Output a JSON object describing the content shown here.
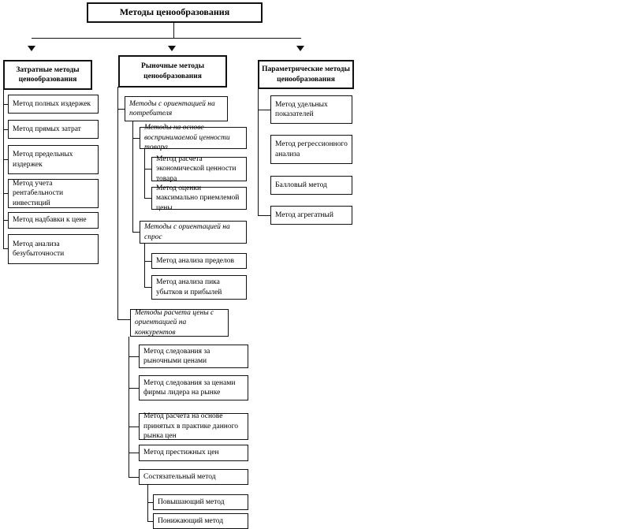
{
  "title": "Методы ценообразования",
  "colors": {
    "line": "#111111",
    "box_border": "#111111",
    "background": "#ffffff"
  },
  "cost": {
    "header": "Затратные методы ценообразования",
    "items": [
      "Метод полных издержек",
      "Метод прямых затрат",
      "Метод предельных издержек",
      "Метод учета рентабельности инвестиций",
      "Метод надбавки к цене",
      "Метод анализа безубыточности"
    ]
  },
  "market": {
    "header": "Рыночные методы ценообразования",
    "consumer_oriented": "Методы с ориентацией на потребителя",
    "perceived_value": "Методы на основе воспринимаемой ценности товара",
    "economic_value": "Метод расчета экономической ценности товара",
    "max_acceptable_price": "Метод оценки максимально приемлемой цены",
    "demand_oriented": "Методы с ориентацией на спрос",
    "limit_analysis": "Метод анализа пределов",
    "peak_analysis": "Метод анализа пика убытков и прибылей",
    "competitor_oriented": "Методы расчета цены с ориентацией на конкурентов",
    "follow_market_prices": "Метод следования за рыночными ценами",
    "follow_leader_prices": "Метод следования за ценами фирмы лидера на рынке",
    "accepted_practice": "Метод расчета на основе принятых в практике данного рынка цен",
    "prestige_prices": "Метод престижных цен",
    "tender_method": "Состязательный метод",
    "raising_method": "Повышающий метод",
    "lowering_method": "Понижающий метод"
  },
  "parametric": {
    "header": "Параметрические методы ценообразования",
    "items": [
      "Метод удельных показателей",
      "Метод регрессионного анализа",
      "Балловый метод",
      "Метод агрегатный"
    ]
  }
}
